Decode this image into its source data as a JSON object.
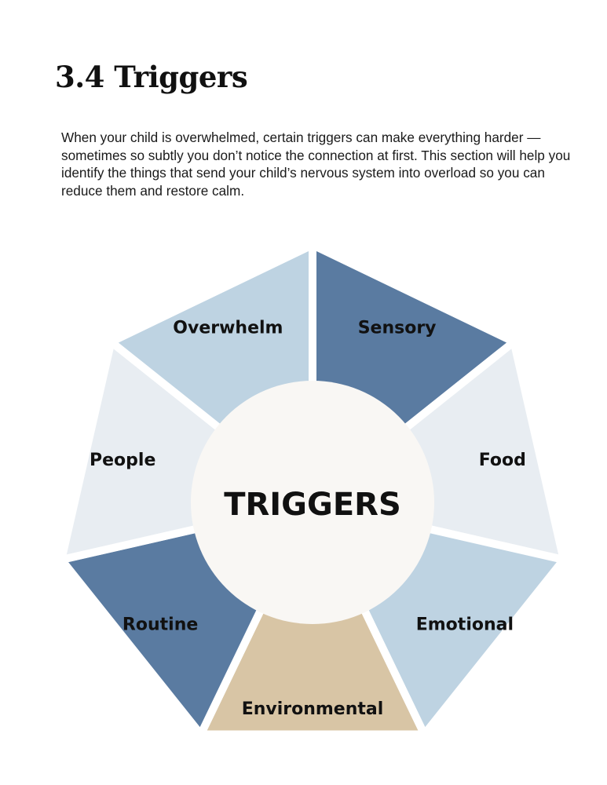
{
  "heading": "3.4 Triggers",
  "intro": "When your child is overwhelmed, certain triggers can make everything harder — sometimes so subtly you don’t notice the connection at first. This section will help you identify the things that send your child’s nervous system into overload so you can reduce them and restore calm.",
  "wheel": {
    "center_label": "TRIGGERS",
    "center_color": "#f9f7f4",
    "segments": [
      {
        "label": "Sensory",
        "color": "#5a7ba1"
      },
      {
        "label": "Food",
        "color": "#e8edf2"
      },
      {
        "label": "Emotional",
        "color": "#bed3e2"
      },
      {
        "label": "Environmental",
        "color": "#d8c5a5"
      },
      {
        "label": "Routine",
        "color": "#5a7ba1"
      },
      {
        "label": "People",
        "color": "#e8edf2"
      },
      {
        "label": "Overwhelm",
        "color": "#bed3e2"
      }
    ]
  }
}
